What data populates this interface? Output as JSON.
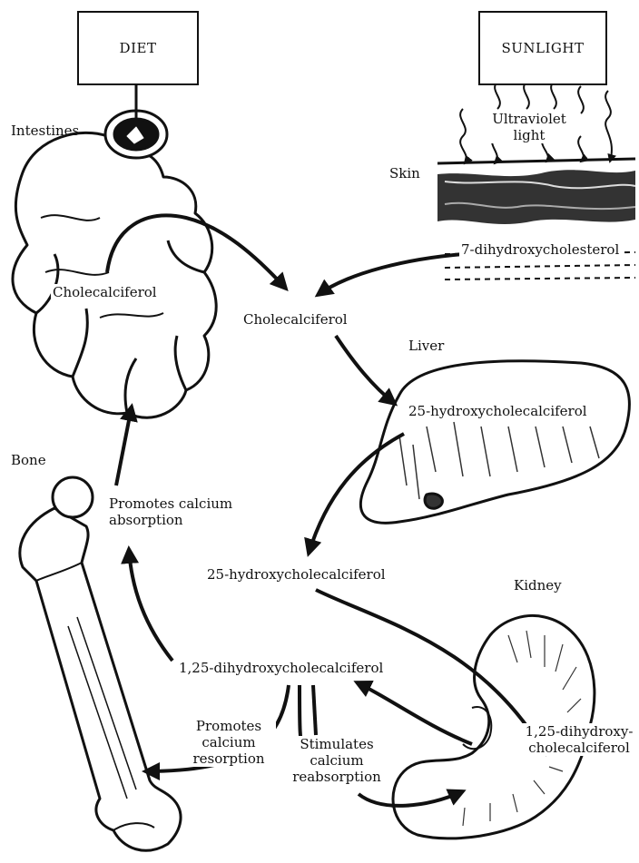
{
  "sources": {
    "diet": "DIET",
    "sunlight": "SUNLIGHT"
  },
  "organs": {
    "intestines": "Intestines",
    "skin": "Skin",
    "liver": "Liver",
    "bone": "Bone",
    "kidney": "Kidney"
  },
  "skin_labels": {
    "uv_line1": "Ultraviolet",
    "uv_line2": "light",
    "precursor": "7-dihydroxycholesterol"
  },
  "compounds": {
    "intestine_cholecalciferol": "Cholecalciferol",
    "cholecalciferol": "Cholecalciferol",
    "liver_25": "25-hydroxycholecalciferol",
    "circulating_25": "25-hydroxycholecalciferol",
    "active": "1,25-dihydroxycholecalciferol",
    "kidney_line1": "1,25-dihydroxy-",
    "kidney_line2": "cholecalciferol"
  },
  "effects": {
    "absorption_line1": "Promotes calcium",
    "absorption_line2": "absorption",
    "resorption_line1": "Promotes",
    "resorption_line2": "calcium",
    "resorption_line3": "resorption",
    "reabsorption_line1": "Stimulates",
    "reabsorption_line2": "calcium",
    "reabsorption_line3": "reabsorption"
  }
}
